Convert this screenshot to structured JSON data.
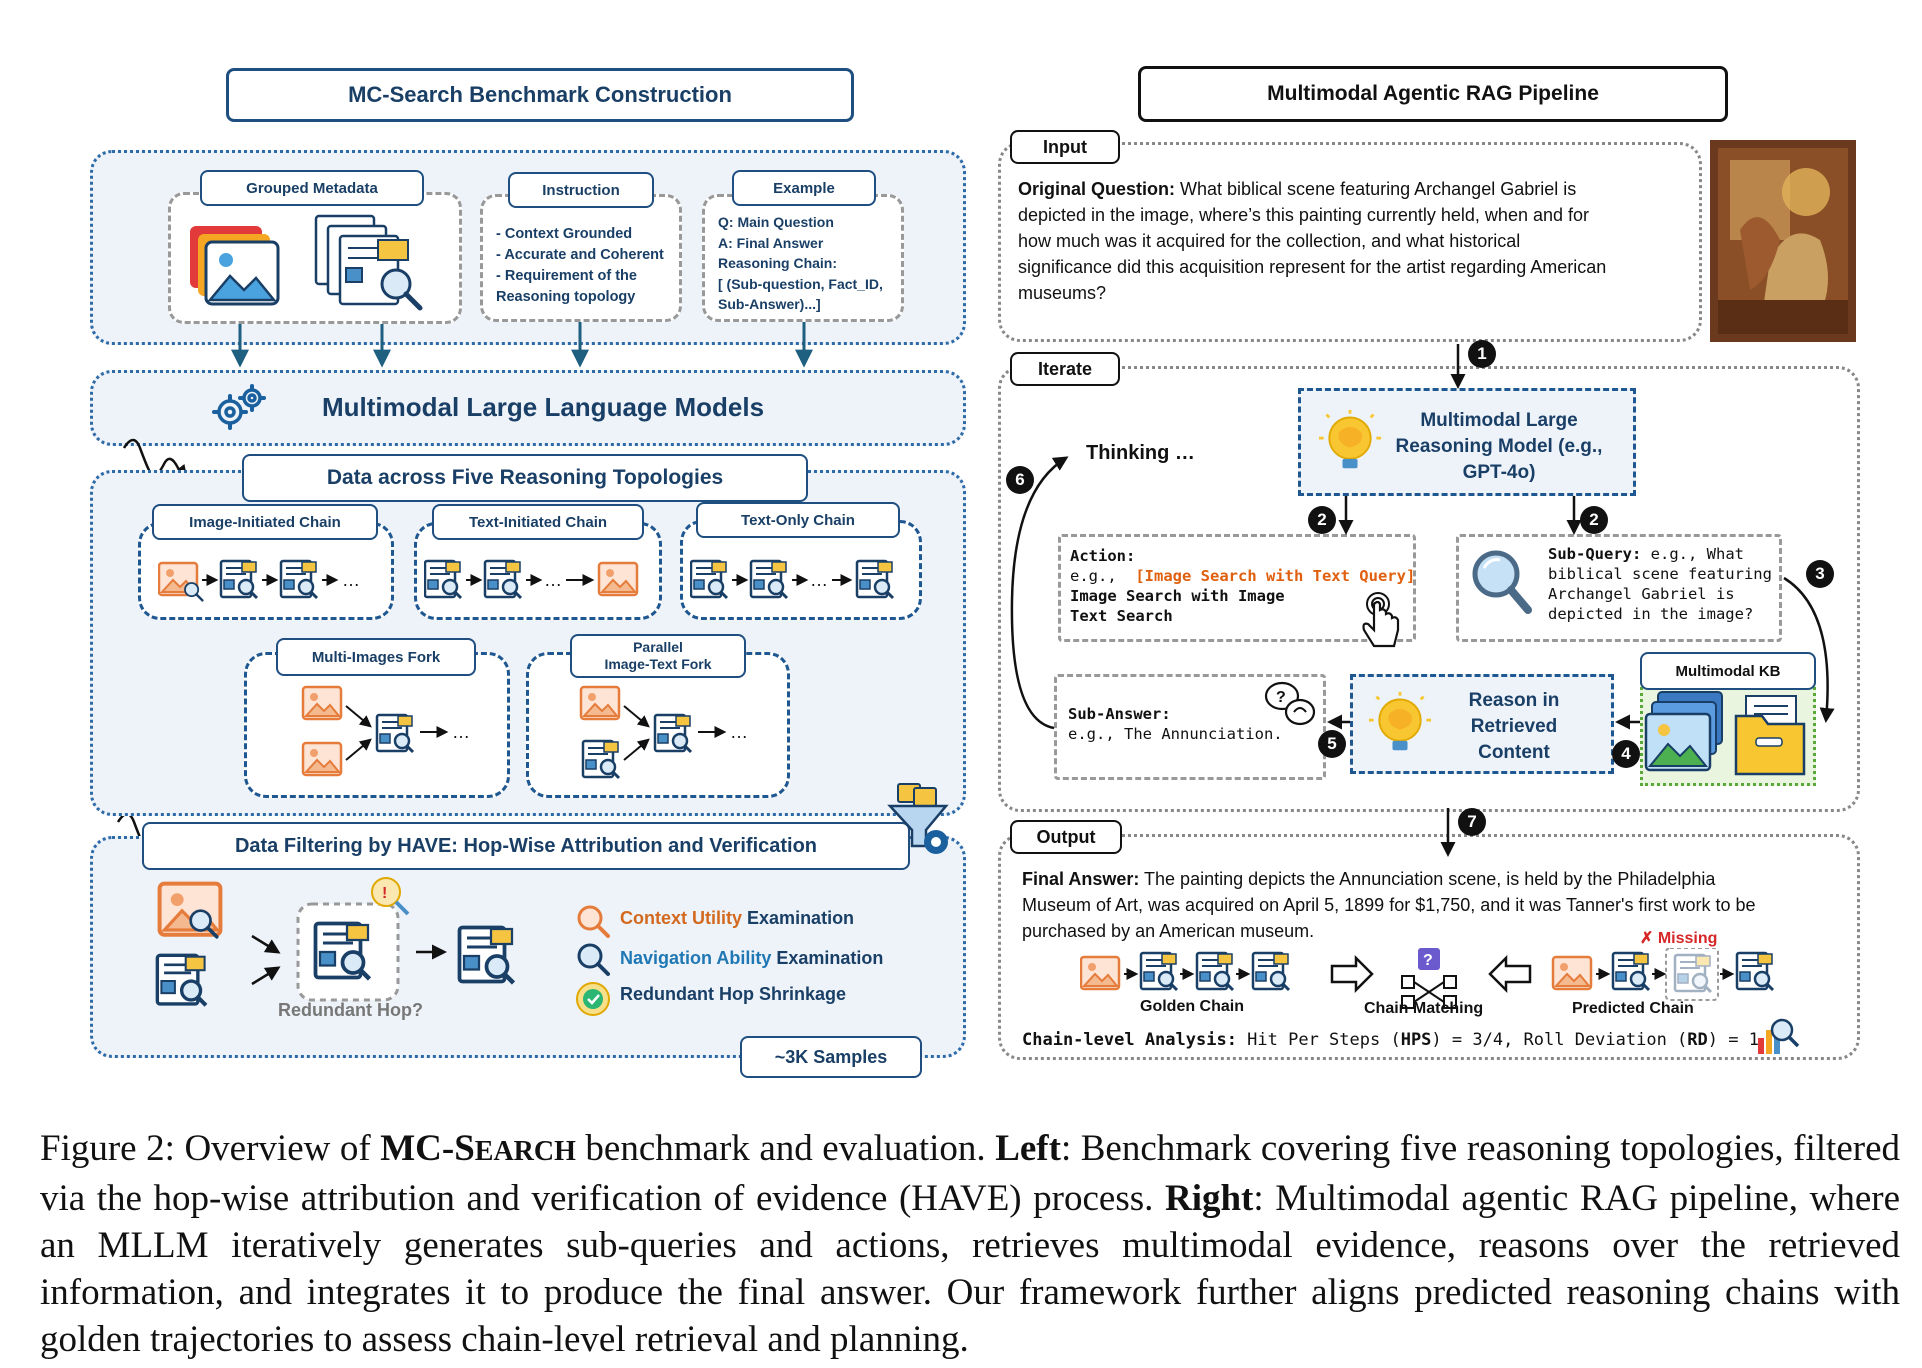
{
  "left": {
    "title": "MC-Search Benchmark Construction",
    "grouped_metadata": "Grouped Metadata",
    "instruction": {
      "label": "Instruction",
      "lines": [
        "- Context Grounded",
        "- Accurate and Coherent",
        "- Requirement of the",
        "Reasoning topology"
      ]
    },
    "example": {
      "label": "Example",
      "lines": [
        "Q: Main Question",
        "A: Final Answer",
        "Reasoning Chain:",
        "[ (Sub-question, Fact_ID,",
        "Sub-Answer)...]"
      ]
    },
    "mllm": "Multimodal Large Language Models",
    "topologies_title": "Data across Five Reasoning Topologies",
    "chains": {
      "image_initiated": "Image-Initiated Chain",
      "text_initiated": "Text-Initiated Chain",
      "text_only": "Text-Only Chain",
      "multi_images": "Multi-Images Fork",
      "parallel_line1": "Parallel",
      "parallel_line2": "Image-Text Fork"
    },
    "filtering_title": "Data Filtering by HAVE: Hop-Wise Attribution and Verification",
    "redundant_hop": "Redundant Hop?",
    "exam": {
      "context_utility": "Context Utility",
      "navigation_ability": "Navigation Ability",
      "examination": "Examination",
      "redundant_shrinkage": "Redundant Hop Shrinkage"
    },
    "samples": "~3K Samples"
  },
  "right": {
    "title": "Multimodal Agentic RAG Pipeline",
    "input_label": "Input",
    "question_bold": "Original Question:",
    "question_lines": [
      " What biblical scene featuring Archangel Gabriel is",
      "depicted in the image, where’s this painting currently held, when and for",
      "how much was it acquired for the collection, and what historical",
      "significance did this acquisition represent for the artist regarding American",
      "museums?"
    ],
    "iterate_label": "Iterate",
    "thinking": "Thinking …",
    "mlrm_lines": [
      "Multimodal Large",
      "Reasoning Model (e.g.,",
      "GPT-4o)"
    ],
    "action": {
      "label": "Action:",
      "eg": "e.g.,",
      "highlight": "[Image Search with Text Query]",
      "line2": "Image Search with Image",
      "line3": "Text Search"
    },
    "subquery": {
      "label": "Sub-Query:",
      "line1": " e.g.,  What",
      "line2": "biblical scene featuring",
      "line3": "Archangel Gabriel is",
      "line4": "depicted in the image?"
    },
    "subanswer": {
      "label": "Sub-Answer:",
      "line": "e.g.,   The Annunciation."
    },
    "reason_lines": [
      "Reason in",
      "Retrieved",
      "Content"
    ],
    "kb": "Multimodal KB",
    "output_label": "Output",
    "answer_bold": "Final Answer:",
    "answer_lines": [
      " The painting depicts the Annunciation scene, is held by the Philadelphia",
      "Museum of Art, was acquired on April 5, 1899 for $1,750, and it was Tanner's first work to be",
      "purchased by an American museum."
    ],
    "missing": "✗ Missing",
    "golden_chain": "Golden Chain",
    "chain_matching": "Chain Matching",
    "predicted_chain": "Predicted Chain",
    "analysis_bold": "Chain-level Analysis:",
    "analysis_rest_1": " Hit Per Steps (",
    "hps": "HPS",
    "analysis_rest_2": ") = 3/4, Roll Deviation (",
    "rd": "RD",
    "analysis_rest_3": ") = 1",
    "steps": [
      "1",
      "2",
      "2",
      "3",
      "4",
      "5",
      "6",
      "7"
    ]
  },
  "caption": {
    "figure": "Figure 2:",
    "intro": " Overview of ",
    "name_mc": "MC-S",
    "name_earch": "EARCH",
    "part1": " benchmark and evaluation. ",
    "left_bold": "Left",
    "part2": ": Benchmark covering five reasoning topologies, filtered via the hop-wise attribution and verification of evidence (HAVE) process. ",
    "right_bold": "Right",
    "part3": ": Multimodal agentic RAG pipeline, where an MLLM iteratively generates sub-queries and actions, retrieves multimodal evidence, reasons over the retrieved information, and integrates it to produce the final answer. Our framework further aligns predicted reasoning chains with golden trajectories to assess chain-level retrieval and planning."
  },
  "colors": {
    "navy": "#1a3f66",
    "orange": "#d2691e",
    "blue_text": "#1f77b4",
    "highlight": "#e0600f",
    "missing_red": "#d62728"
  }
}
